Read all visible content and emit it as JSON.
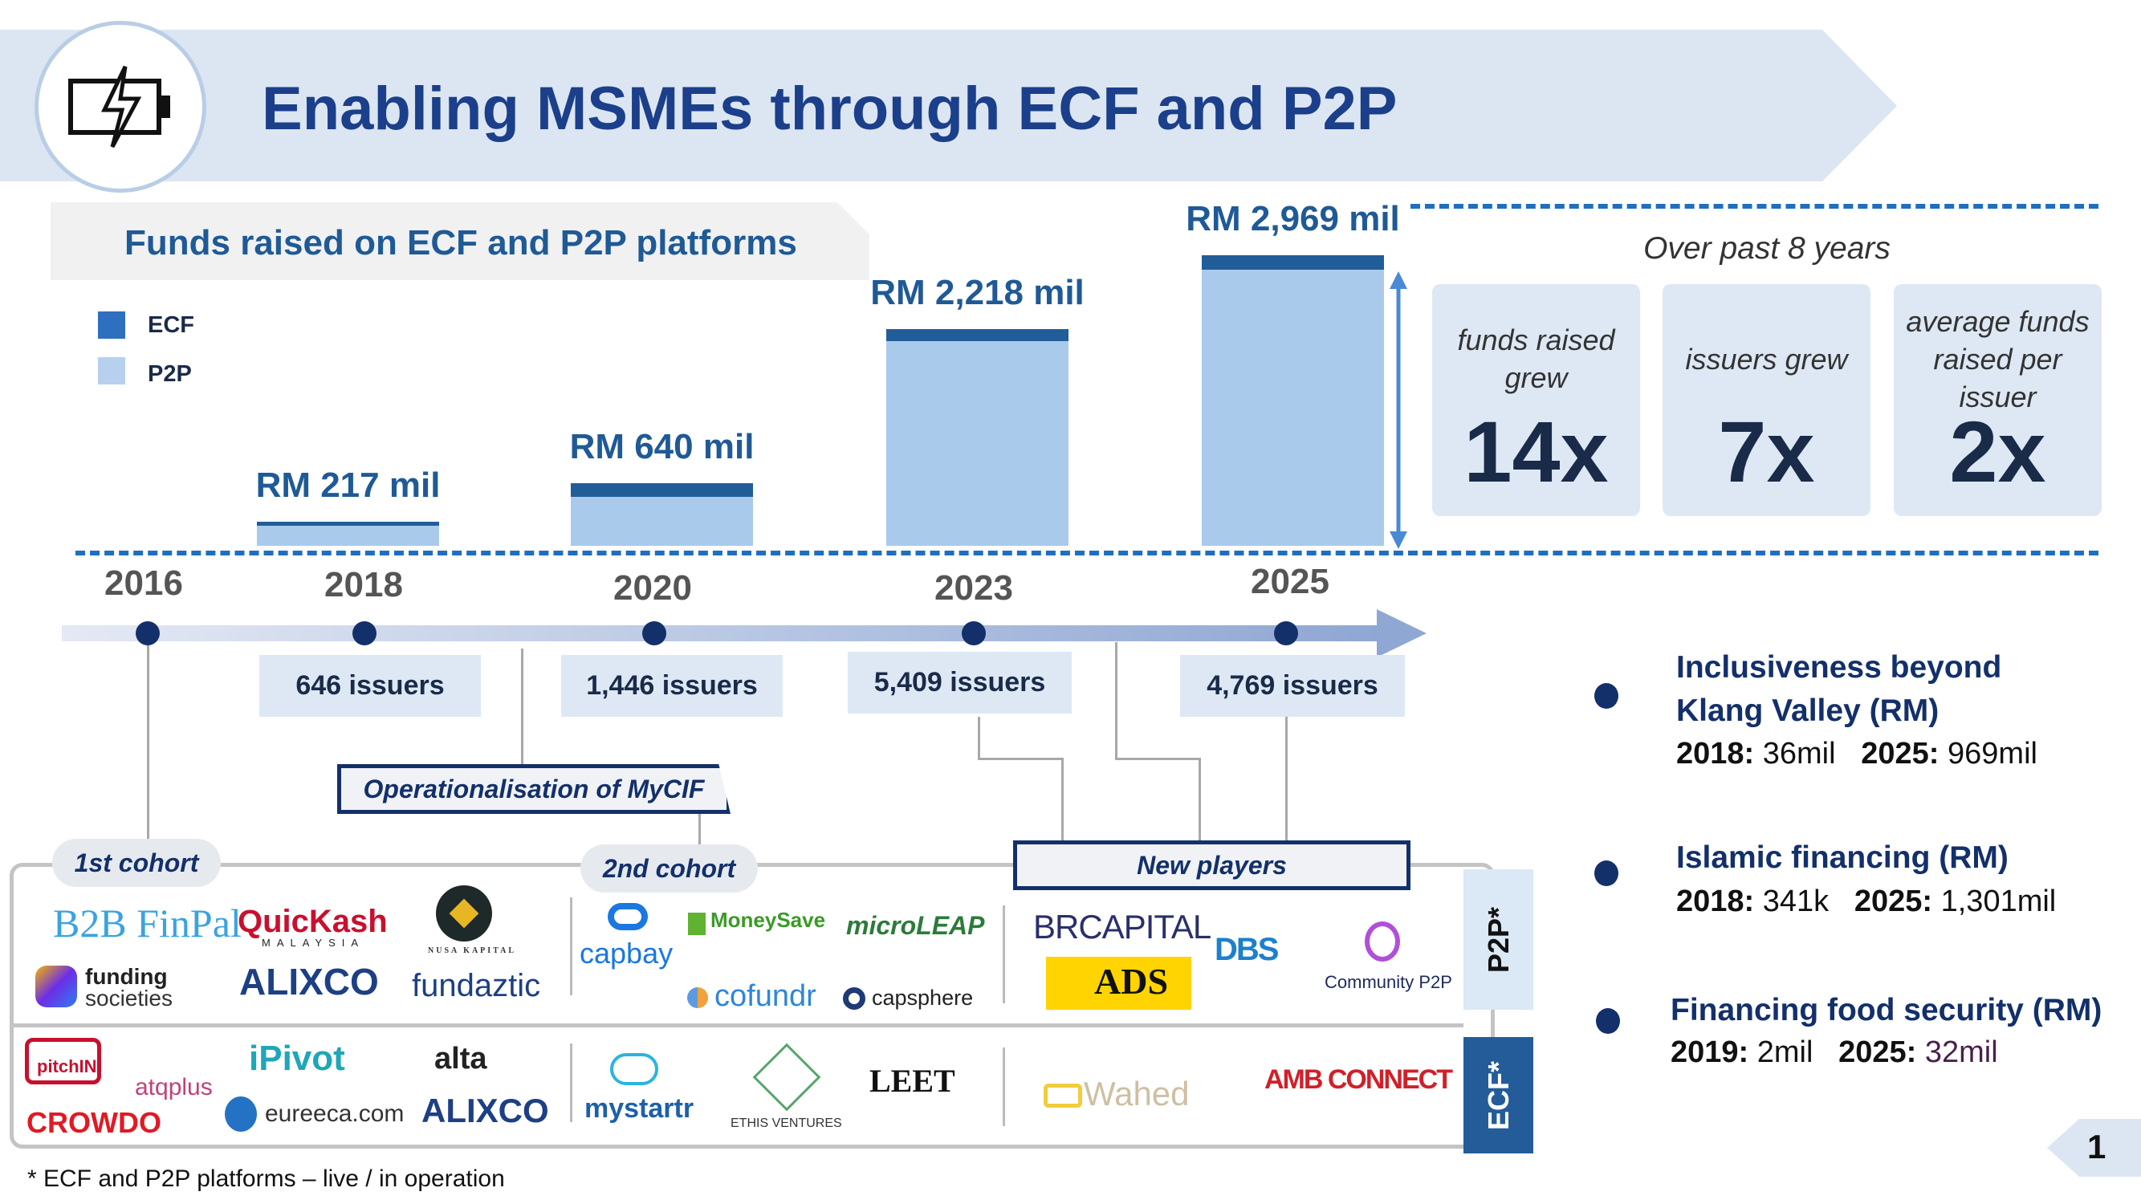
{
  "header": {
    "title": "Enabling MSMEs through ECF and P2P",
    "icon": "battery-charging-icon"
  },
  "chart_data": {
    "type": "bar",
    "title": "Funds raised on ECF and P2P platforms",
    "categories": [
      "2018",
      "2020",
      "2023",
      "2025"
    ],
    "series": [
      {
        "name": "ECF",
        "values": [
          15,
          140,
          130,
          150
        ],
        "color": "#215d99"
      },
      {
        "name": "P2P",
        "values": [
          202,
          500,
          2088,
          2819
        ],
        "color": "#a9caea"
      }
    ],
    "totals": [
      217,
      640,
      2218,
      2969
    ],
    "data_labels": [
      "RM 217 mil",
      "RM 640 mil",
      "RM 2,218 mil",
      "RM 2,969 mil"
    ],
    "ylim": [
      0,
      3000
    ],
    "legend": [
      "ECF",
      "P2P"
    ],
    "legend_position": "top-left"
  },
  "growth": {
    "heading": "Over past 8 years",
    "stats": [
      {
        "label": "funds raised grew",
        "value": "14x"
      },
      {
        "label": "issuers grew",
        "value": "7x"
      },
      {
        "label": "average funds raised per issuer",
        "value": "2x"
      }
    ]
  },
  "timeline": {
    "years": [
      "2016",
      "2018",
      "2020",
      "2023",
      "2025"
    ],
    "issuers": [
      "646 issuers",
      "1,446 issuers",
      "5,409 issuers",
      "4,769 issuers"
    ],
    "milestones": {
      "mycif": "Operationalisation of MyCIF",
      "new_players": "New players"
    },
    "cohorts": [
      "1st cohort",
      "2nd cohort"
    ]
  },
  "platforms": {
    "p2p_tab": "P2P*",
    "ecf_tab": "ECF*",
    "p2p": [
      "B2B FinPal",
      "QuicKash",
      "MALAYSIA",
      "NUSA KAPITAL",
      "funding",
      "societies",
      "ALIXCO",
      "fundaztic",
      "capbay",
      "MoneySave",
      "microLEAP",
      "cofundr",
      "capsphere",
      "BRCAPITAL",
      "ADS",
      "DBS",
      "Community P2P"
    ],
    "ecf": [
      "pitchIN",
      "atqplus",
      "iPivot",
      "alta",
      "CROWDO",
      "eureeca.com",
      "ALIXCO",
      "mystartr",
      "ETHIS VENTURES",
      "LEET",
      "Wahed",
      "AMB CONNECT"
    ]
  },
  "footnote": "* ECF and P2P platforms – live / in operation",
  "highlights": [
    {
      "title_1": "Inclusiveness beyond",
      "title_2": "Klang Valley (RM)",
      "y1": "2018:",
      "v1": " 36mil",
      "y2": "2025:",
      "v2": " 969mil"
    },
    {
      "title_1": "Islamic financing (RM)",
      "y1": "2018:",
      "v1": " 341k",
      "y2": "2025:",
      "v2": " 1,301mil"
    },
    {
      "title_1": "Financing food security (RM)",
      "y1": "2019:",
      "v1": " 2mil",
      "y2": "2025:",
      "v2": " 32mil"
    }
  ],
  "page_number": "1"
}
